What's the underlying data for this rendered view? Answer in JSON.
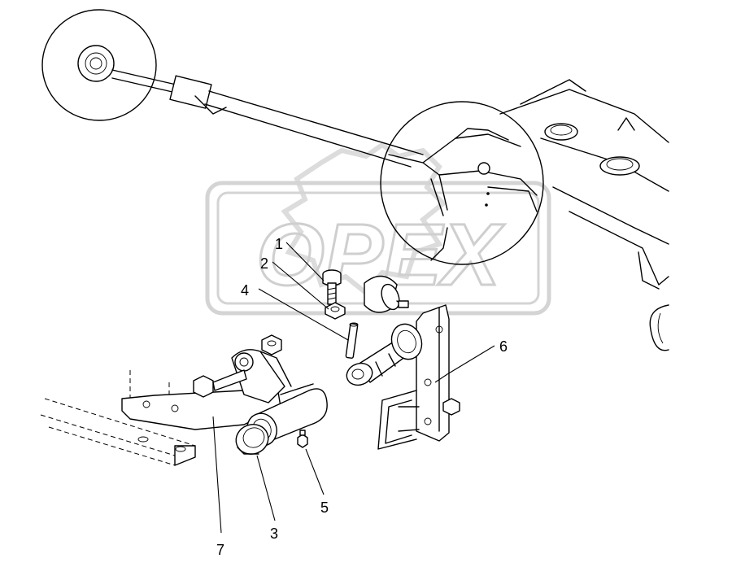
{
  "watermark": {
    "text": "OPEX",
    "color": "#d9d9d9"
  },
  "callouts": [
    {
      "id": "1",
      "label": "1"
    },
    {
      "id": "2",
      "label": "2"
    },
    {
      "id": "3",
      "label": "3"
    },
    {
      "id": "4",
      "label": "4"
    },
    {
      "id": "5",
      "label": "5"
    },
    {
      "id": "6",
      "label": "6"
    },
    {
      "id": "7",
      "label": "7"
    }
  ],
  "colors": {
    "line": "#000000",
    "background": "#ffffff",
    "watermark": "#d9d9d9"
  }
}
